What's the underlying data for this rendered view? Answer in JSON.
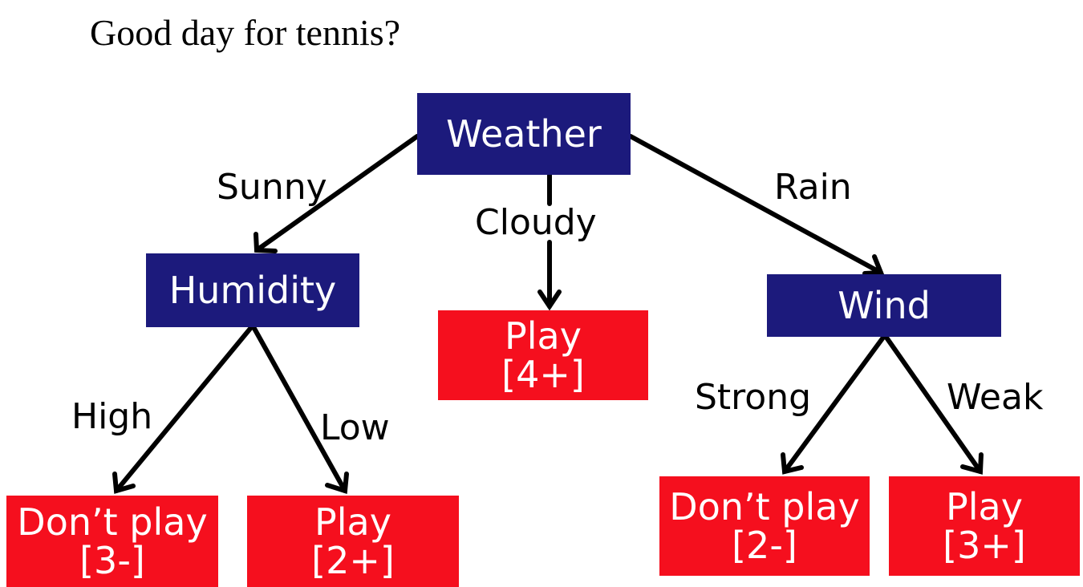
{
  "title": "Good day for tennis?",
  "colors": {
    "decision_node": "#1c1a7c",
    "leaf_node": "#f50f1e",
    "edge": "#000000"
  },
  "nodes": {
    "weather": {
      "label": "Weather"
    },
    "humidity": {
      "label": "Humidity"
    },
    "wind": {
      "label": "Wind"
    },
    "cloudy_leaf": {
      "label": "Play",
      "count": "[4+]"
    },
    "high_leaf": {
      "label": "Don’t play",
      "count": "[3-]"
    },
    "low_leaf": {
      "label": "Play",
      "count": "[2+]"
    },
    "strong_leaf": {
      "label": "Don’t play",
      "count": "[2-]"
    },
    "weak_leaf": {
      "label": "Play",
      "count": "[3+]"
    }
  },
  "edges": {
    "sunny": "Sunny",
    "cloudy": "Cloudy",
    "rain": "Rain",
    "high": "High",
    "low": "Low",
    "strong": "Strong",
    "weak": "Weak"
  }
}
